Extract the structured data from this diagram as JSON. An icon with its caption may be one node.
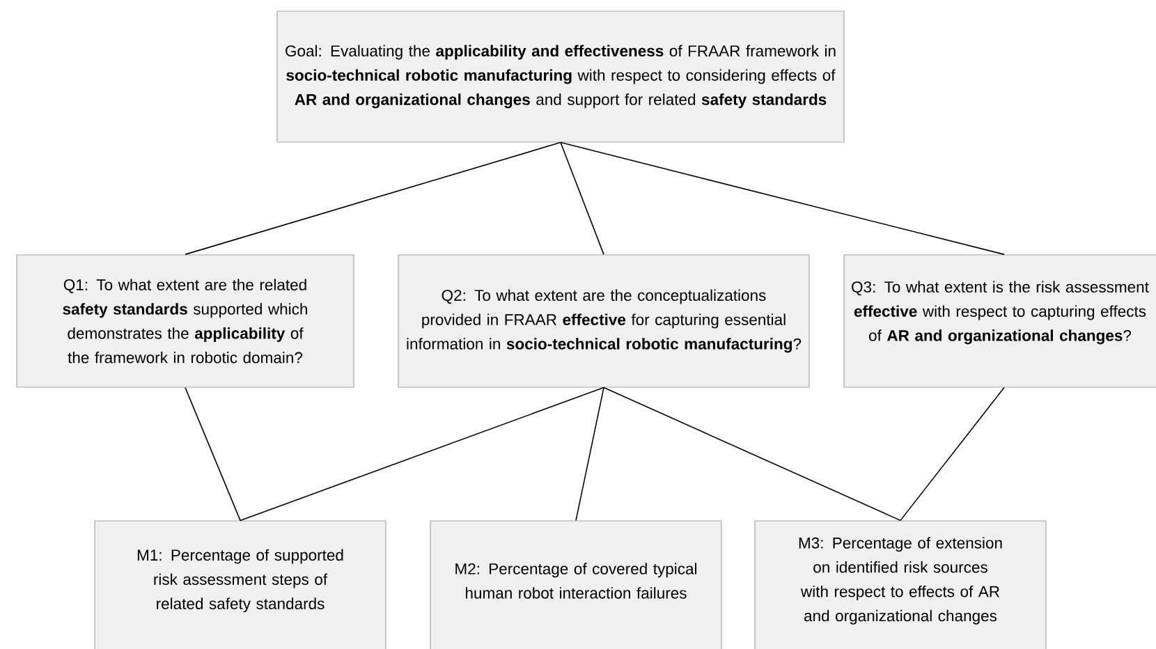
{
  "diagram": {
    "nodes": [
      {
        "text": [
          "Goal: Evaluating the **applicability and effectiveness** of FRAAR framework in **socio-technical robotic manufacturing** with respect to considering effects of **AR and organizational changes** and support for related **safety standards**"
        ]
      },
      {
        "text": [
          "Q1: To what extent are the related **safety standards** supported which demonstrates the **applicability** of the framework in robotic domain?"
        ]
      },
      {
        "text": [
          "Q2: To what extent are the conceptualizations provided in FRAAR **effective** for capturing essential information in **socio-technical robotic manufacturing**?"
        ]
      },
      {
        "text": [
          "Q3: To what extent is the risk assessment **effective** with respect to capturing effects of **AR and organizational changes**?"
        ]
      },
      {
        "text": [
          "M1: Percentage of supported risk assessment steps of related safety standards"
        ]
      },
      {
        "text": [
          "M2: Percentage of covered typical human robot interaction failures"
        ]
      },
      {
        "text": [
          "M3: Percentage of extension on identified risk sources with respect to effects of AR and organizational changes"
        ]
      }
    ],
    "edges": [
      {
        "from": 0,
        "to": 1,
        "arrow": "none"
      },
      {
        "from": 0,
        "to": 2,
        "arrow": "none"
      },
      {
        "from": 0,
        "to": 3,
        "arrow": "none"
      },
      {
        "from": 1,
        "to": 4,
        "arrow": "none"
      },
      {
        "from": 2,
        "to": 4,
        "arrow": "none"
      },
      {
        "from": 2,
        "to": 5,
        "arrow": "none"
      },
      {
        "from": 2,
        "to": 6,
        "arrow": "none"
      },
      {
        "from": 3,
        "to": 6,
        "arrow": "none"
      }
    ]
  }
}
